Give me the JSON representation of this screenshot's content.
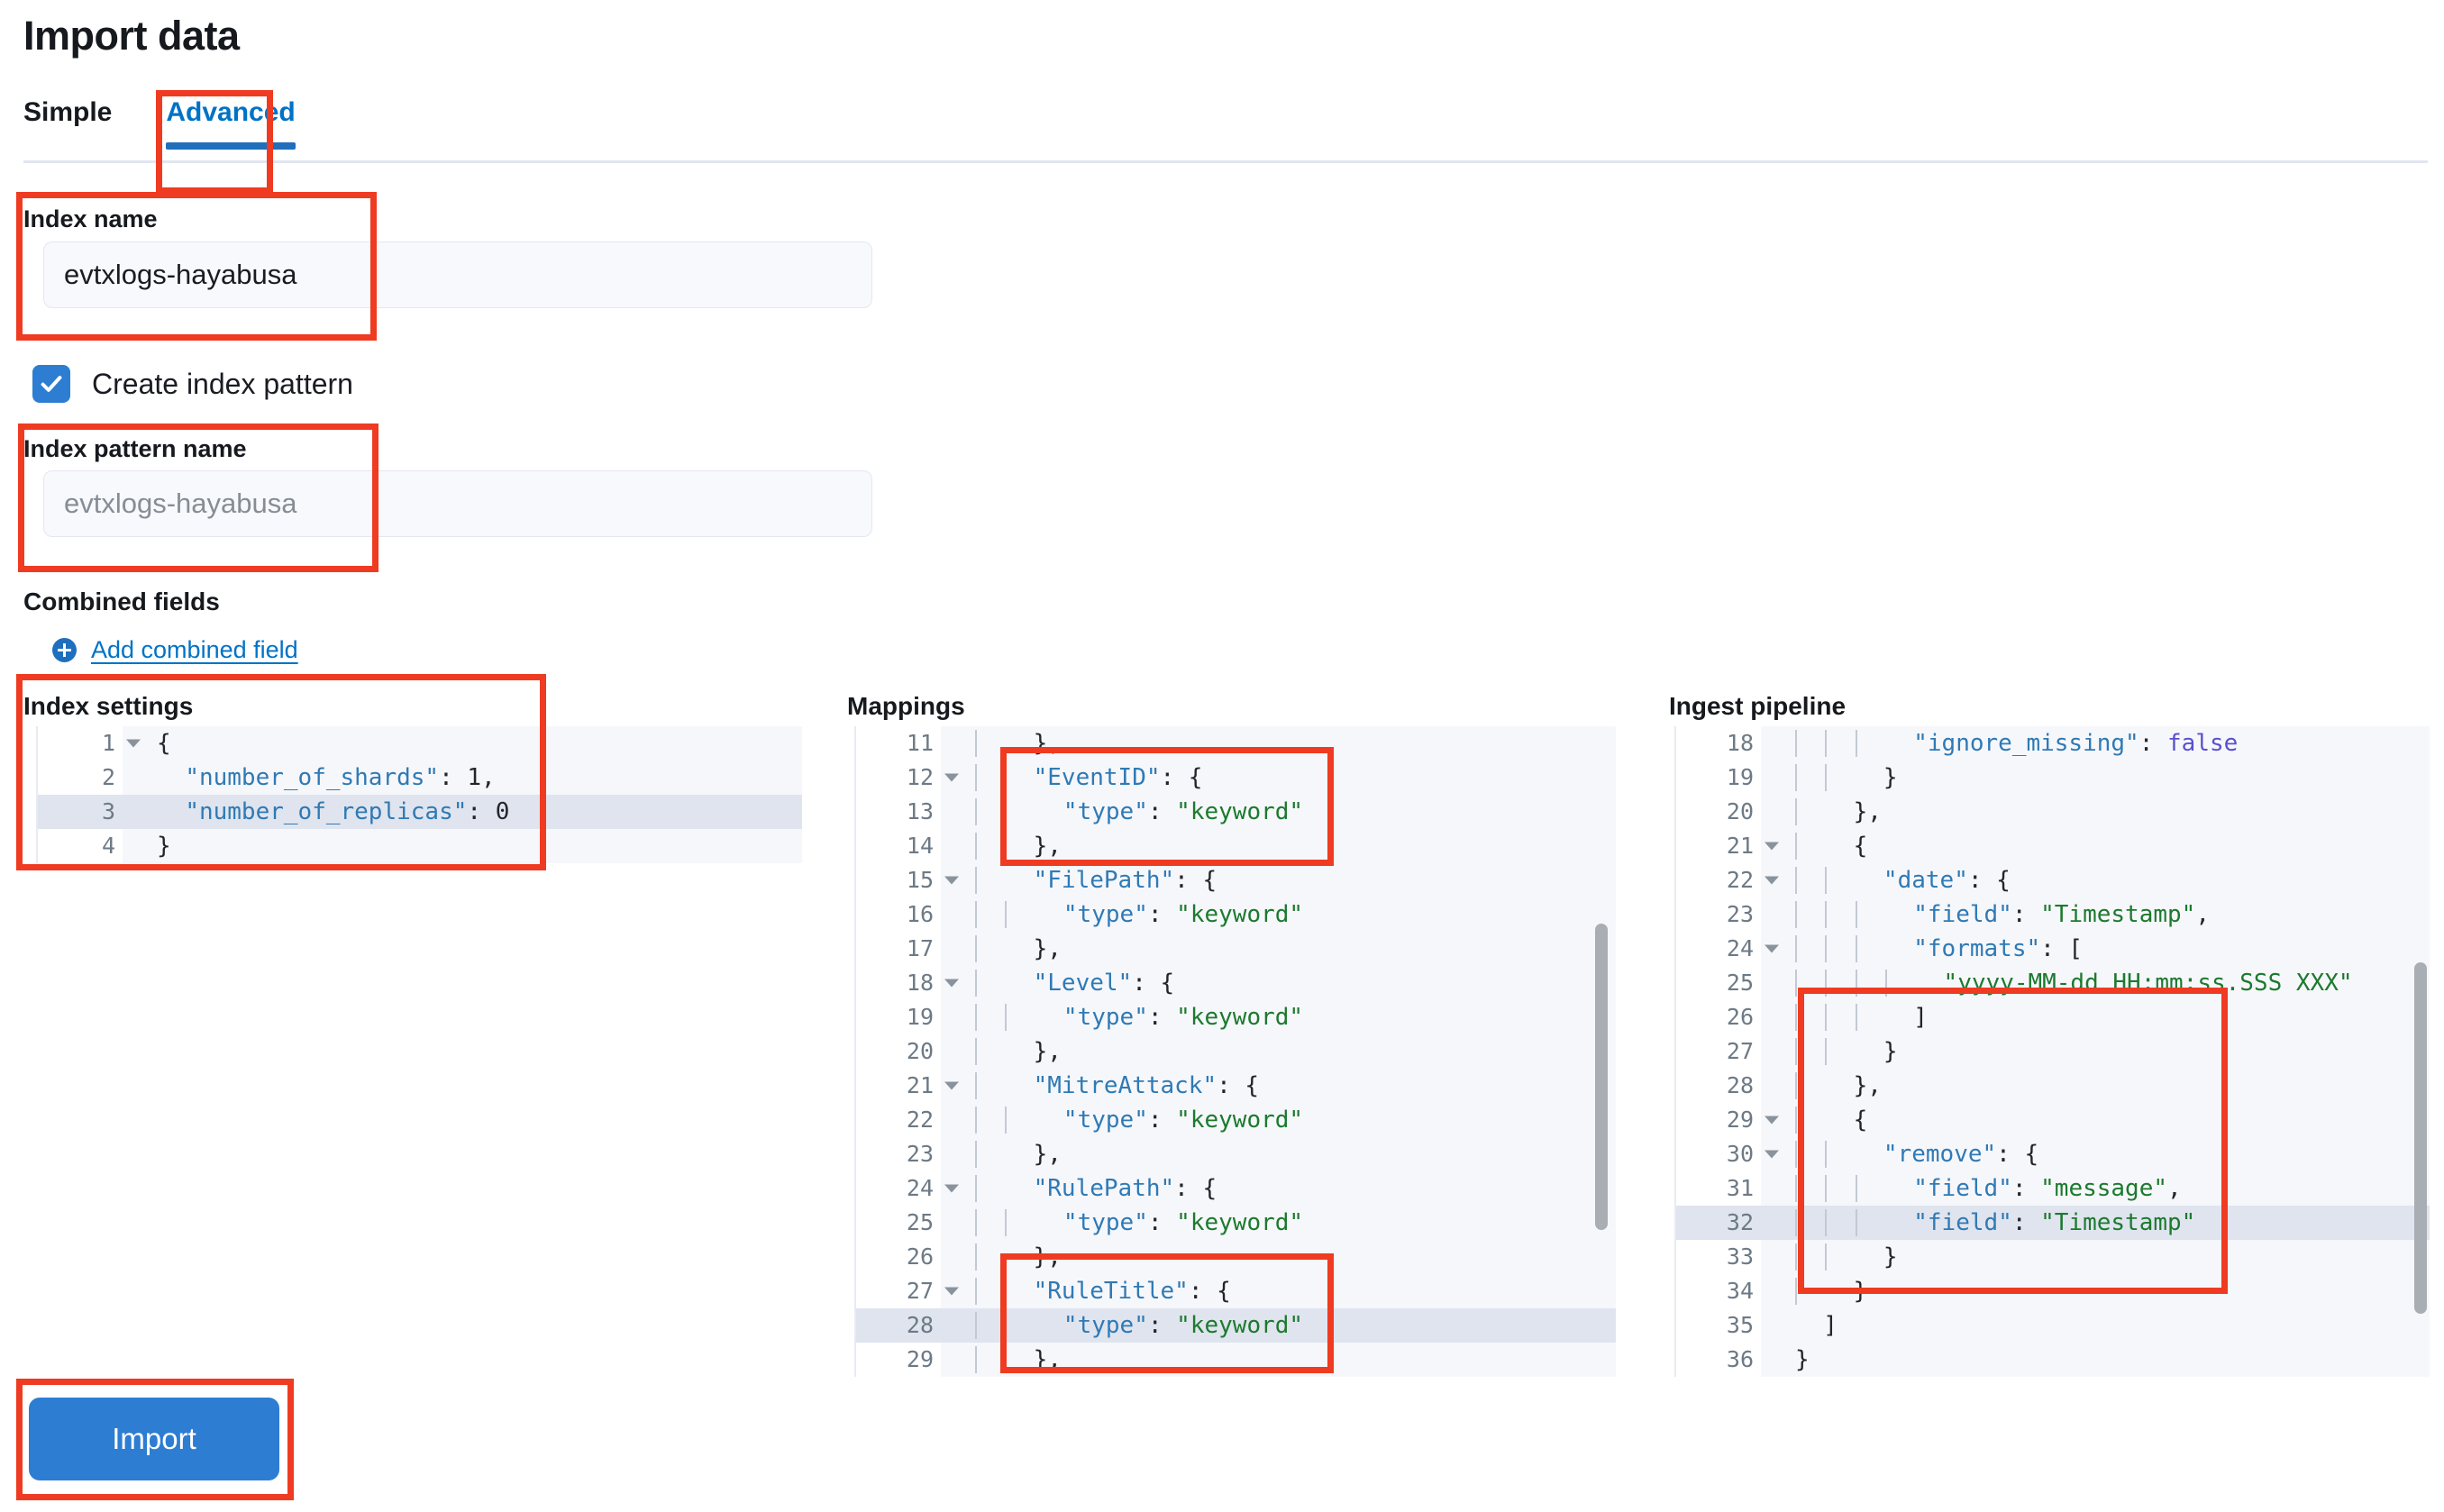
{
  "page": {
    "title": "Import data"
  },
  "tabs": [
    {
      "label": "Simple",
      "active": false
    },
    {
      "label": "Advanced",
      "active": true
    }
  ],
  "form": {
    "index_name_label": "Index name",
    "index_name_value": "evtxlogs-hayabusa",
    "create_index_pattern_label": "Create index pattern",
    "create_index_pattern_checked": true,
    "index_pattern_name_label": "Index pattern name",
    "index_pattern_name_placeholder": "evtxlogs-hayabusa",
    "combined_fields_label": "Combined fields",
    "add_combined_field_label": "Add combined field"
  },
  "editors": {
    "index_settings": {
      "title": "Index settings",
      "highlighted_line": 3,
      "lines": [
        {
          "n": 1,
          "fold": true,
          "indent": 0,
          "tokens": [
            {
              "t": "punc",
              "v": "{"
            }
          ]
        },
        {
          "n": 2,
          "fold": false,
          "indent": 0,
          "tokens": [
            {
              "t": "plain",
              "v": "  "
            },
            {
              "t": "key",
              "v": "\"number_of_shards\""
            },
            {
              "t": "punc",
              "v": ": "
            },
            {
              "t": "num",
              "v": "1"
            },
            {
              "t": "punc",
              "v": ","
            }
          ]
        },
        {
          "n": 3,
          "fold": false,
          "indent": 0,
          "tokens": [
            {
              "t": "plain",
              "v": "  "
            },
            {
              "t": "key",
              "v": "\"number_of_replicas\""
            },
            {
              "t": "punc",
              "v": ": "
            },
            {
              "t": "num",
              "v": "0"
            }
          ]
        },
        {
          "n": 4,
          "fold": false,
          "indent": 0,
          "tokens": [
            {
              "t": "punc",
              "v": "}"
            }
          ]
        }
      ]
    },
    "mappings": {
      "title": "Mappings",
      "highlighted_line": 28,
      "lines": [
        {
          "n": 11,
          "fold": false,
          "indent": 1,
          "tokens": [
            {
              "t": "punc",
              "v": "  },"
            }
          ]
        },
        {
          "n": 12,
          "fold": true,
          "indent": 1,
          "tokens": [
            {
              "t": "key",
              "v": "  \"EventID\""
            },
            {
              "t": "punc",
              "v": ": {"
            }
          ]
        },
        {
          "n": 13,
          "fold": false,
          "indent": 2,
          "tokens": [
            {
              "t": "key",
              "v": "  \"type\""
            },
            {
              "t": "punc",
              "v": ": "
            },
            {
              "t": "str",
              "v": "\"keyword\""
            }
          ]
        },
        {
          "n": 14,
          "fold": false,
          "indent": 1,
          "tokens": [
            {
              "t": "punc",
              "v": "  },"
            }
          ]
        },
        {
          "n": 15,
          "fold": true,
          "indent": 1,
          "tokens": [
            {
              "t": "key",
              "v": "  \"FilePath\""
            },
            {
              "t": "punc",
              "v": ": {"
            }
          ]
        },
        {
          "n": 16,
          "fold": false,
          "indent": 2,
          "tokens": [
            {
              "t": "key",
              "v": "  \"type\""
            },
            {
              "t": "punc",
              "v": ": "
            },
            {
              "t": "str",
              "v": "\"keyword\""
            }
          ]
        },
        {
          "n": 17,
          "fold": false,
          "indent": 1,
          "tokens": [
            {
              "t": "punc",
              "v": "  },"
            }
          ]
        },
        {
          "n": 18,
          "fold": true,
          "indent": 1,
          "tokens": [
            {
              "t": "key",
              "v": "  \"Level\""
            },
            {
              "t": "punc",
              "v": ": {"
            }
          ]
        },
        {
          "n": 19,
          "fold": false,
          "indent": 2,
          "tokens": [
            {
              "t": "key",
              "v": "  \"type\""
            },
            {
              "t": "punc",
              "v": ": "
            },
            {
              "t": "str",
              "v": "\"keyword\""
            }
          ]
        },
        {
          "n": 20,
          "fold": false,
          "indent": 1,
          "tokens": [
            {
              "t": "punc",
              "v": "  },"
            }
          ]
        },
        {
          "n": 21,
          "fold": true,
          "indent": 1,
          "tokens": [
            {
              "t": "key",
              "v": "  \"MitreAttack\""
            },
            {
              "t": "punc",
              "v": ": {"
            }
          ]
        },
        {
          "n": 22,
          "fold": false,
          "indent": 2,
          "tokens": [
            {
              "t": "key",
              "v": "  \"type\""
            },
            {
              "t": "punc",
              "v": ": "
            },
            {
              "t": "str",
              "v": "\"keyword\""
            }
          ]
        },
        {
          "n": 23,
          "fold": false,
          "indent": 1,
          "tokens": [
            {
              "t": "punc",
              "v": "  },"
            }
          ]
        },
        {
          "n": 24,
          "fold": true,
          "indent": 1,
          "tokens": [
            {
              "t": "key",
              "v": "  \"RulePath\""
            },
            {
              "t": "punc",
              "v": ": {"
            }
          ]
        },
        {
          "n": 25,
          "fold": false,
          "indent": 2,
          "tokens": [
            {
              "t": "key",
              "v": "  \"type\""
            },
            {
              "t": "punc",
              "v": ": "
            },
            {
              "t": "str",
              "v": "\"keyword\""
            }
          ]
        },
        {
          "n": 26,
          "fold": false,
          "indent": 1,
          "tokens": [
            {
              "t": "punc",
              "v": "  },"
            }
          ]
        },
        {
          "n": 27,
          "fold": true,
          "indent": 1,
          "tokens": [
            {
              "t": "key",
              "v": "  \"RuleTitle\""
            },
            {
              "t": "punc",
              "v": ": {"
            }
          ]
        },
        {
          "n": 28,
          "fold": false,
          "indent": 2,
          "tokens": [
            {
              "t": "key",
              "v": "  \"type\""
            },
            {
              "t": "punc",
              "v": ": "
            },
            {
              "t": "str",
              "v": "\"keyword\""
            }
          ]
        },
        {
          "n": 29,
          "fold": false,
          "indent": 1,
          "tokens": [
            {
              "t": "punc",
              "v": "  },"
            }
          ]
        }
      ]
    },
    "ingest_pipeline": {
      "title": "Ingest pipeline",
      "highlighted_line": 32,
      "lines": [
        {
          "n": 18,
          "fold": false,
          "indent": 3,
          "tokens": [
            {
              "t": "key",
              "v": "  \"ignore_missing\""
            },
            {
              "t": "punc",
              "v": ": "
            },
            {
              "t": "bool",
              "v": "false"
            }
          ]
        },
        {
          "n": 19,
          "fold": false,
          "indent": 2,
          "tokens": [
            {
              "t": "punc",
              "v": "  }"
            }
          ]
        },
        {
          "n": 20,
          "fold": false,
          "indent": 1,
          "tokens": [
            {
              "t": "punc",
              "v": "  },"
            }
          ]
        },
        {
          "n": 21,
          "fold": true,
          "indent": 1,
          "tokens": [
            {
              "t": "punc",
              "v": "  {"
            }
          ]
        },
        {
          "n": 22,
          "fold": true,
          "indent": 2,
          "tokens": [
            {
              "t": "key",
              "v": "  \"date\""
            },
            {
              "t": "punc",
              "v": ": {"
            }
          ]
        },
        {
          "n": 23,
          "fold": false,
          "indent": 3,
          "tokens": [
            {
              "t": "key",
              "v": "  \"field\""
            },
            {
              "t": "punc",
              "v": ": "
            },
            {
              "t": "str",
              "v": "\"Timestamp\""
            },
            {
              "t": "punc",
              "v": ","
            }
          ]
        },
        {
          "n": 24,
          "fold": true,
          "indent": 3,
          "tokens": [
            {
              "t": "key",
              "v": "  \"formats\""
            },
            {
              "t": "punc",
              "v": ": ["
            }
          ]
        },
        {
          "n": 25,
          "fold": false,
          "indent": 4,
          "tokens": [
            {
              "t": "str",
              "v": "  \"yyyy-MM-dd HH:mm:ss.SSS XXX\""
            }
          ]
        },
        {
          "n": 26,
          "fold": false,
          "indent": 3,
          "tokens": [
            {
              "t": "punc",
              "v": "  ]"
            }
          ]
        },
        {
          "n": 27,
          "fold": false,
          "indent": 2,
          "tokens": [
            {
              "t": "punc",
              "v": "  }"
            }
          ]
        },
        {
          "n": 28,
          "fold": false,
          "indent": 1,
          "tokens": [
            {
              "t": "punc",
              "v": "  },"
            }
          ]
        },
        {
          "n": 29,
          "fold": true,
          "indent": 1,
          "tokens": [
            {
              "t": "punc",
              "v": "  {"
            }
          ]
        },
        {
          "n": 30,
          "fold": true,
          "indent": 2,
          "tokens": [
            {
              "t": "key",
              "v": "  \"remove\""
            },
            {
              "t": "punc",
              "v": ": {"
            }
          ]
        },
        {
          "n": 31,
          "fold": false,
          "indent": 3,
          "tokens": [
            {
              "t": "key",
              "v": "  \"field\""
            },
            {
              "t": "punc",
              "v": ": "
            },
            {
              "t": "str",
              "v": "\"message\""
            },
            {
              "t": "punc",
              "v": ","
            }
          ]
        },
        {
          "n": 32,
          "fold": false,
          "indent": 3,
          "tokens": [
            {
              "t": "key",
              "v": "  \"field\""
            },
            {
              "t": "punc",
              "v": ": "
            },
            {
              "t": "str",
              "v": "\"Timestamp\""
            }
          ]
        },
        {
          "n": 33,
          "fold": false,
          "indent": 2,
          "tokens": [
            {
              "t": "punc",
              "v": "  }"
            }
          ]
        },
        {
          "n": 34,
          "fold": false,
          "indent": 1,
          "tokens": [
            {
              "t": "punc",
              "v": "  }"
            }
          ]
        },
        {
          "n": 35,
          "fold": false,
          "indent": 0,
          "tokens": [
            {
              "t": "punc",
              "v": "  ]"
            }
          ]
        },
        {
          "n": 36,
          "fold": false,
          "indent": 0,
          "tokens": [
            {
              "t": "punc",
              "v": "}"
            }
          ]
        }
      ]
    }
  },
  "actions": {
    "import_label": "Import"
  },
  "colors": {
    "accent_blue": "#2d7dd2",
    "link_blue": "#0072c6",
    "annotation_red": "#ef3b21",
    "code_key": "#2f7ab5",
    "code_string": "#1c7a2e",
    "code_boolean": "#5a4fcf"
  }
}
